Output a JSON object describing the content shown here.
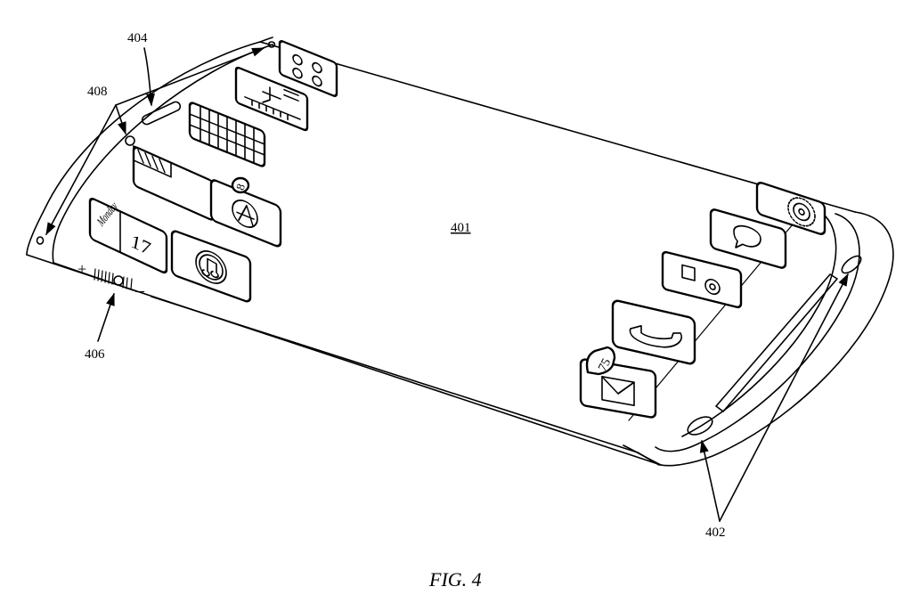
{
  "figure": {
    "caption": "FIG. 4",
    "refs": {
      "display": "401",
      "side_edges": "402",
      "earpiece": "404",
      "volume_slider": "406",
      "sensors": "408"
    },
    "volume": {
      "plus": "+",
      "minus": "–"
    },
    "icons": {
      "calendar_day": "Monday",
      "calendar_date": "17",
      "appstore_badge": "8",
      "mail_badge": "75"
    }
  }
}
